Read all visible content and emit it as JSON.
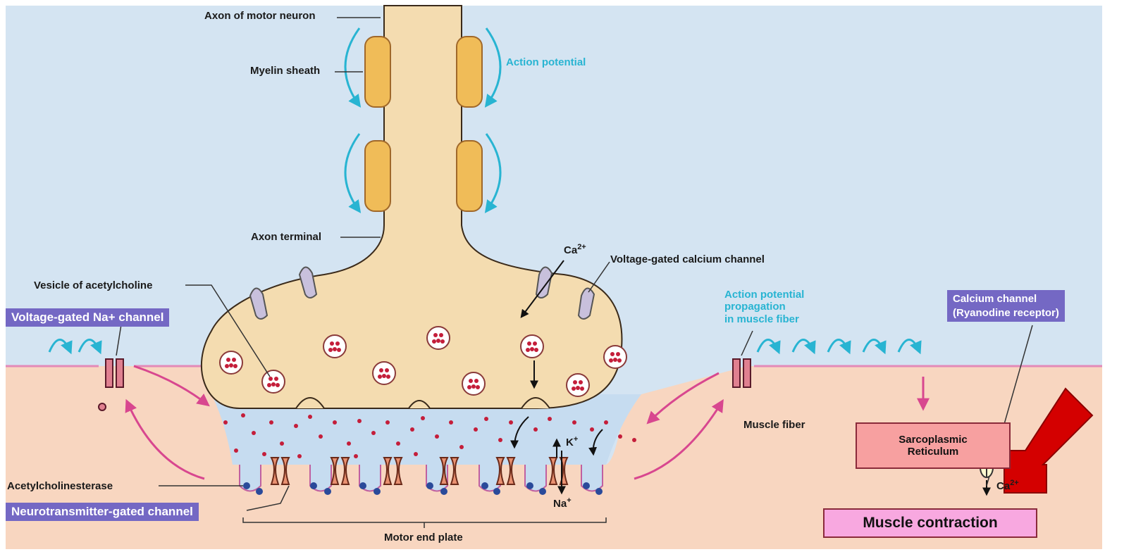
{
  "labels": {
    "axon_of_motor_neuron": "Axon of motor neuron",
    "myelin_sheath": "Myelin sheath",
    "action_potential": "Action potential",
    "axon_terminal": "Axon terminal",
    "ca_ion": "Ca",
    "ca_charge": "2+",
    "voltage_gated_calcium_channel": "Voltage-gated calcium channel",
    "vesicle_of_acetylcholine": "Vesicle of acetylcholine",
    "voltage_gated_na_channel": "Voltage-gated Na+ channel",
    "ap_propagation_line1": "Action potential",
    "ap_propagation_line2": "propagation",
    "ap_propagation_line3": "in muscle fiber",
    "calcium_channel_line1": "Calcium channel",
    "calcium_channel_line2": "(Ryanodine receptor)",
    "muscle_fiber": "Muscle fiber",
    "k_ion": "K",
    "k_charge": "+",
    "na_ion": "Na",
    "na_charge": "+",
    "acetylcholinesterase": "Acetylcholinesterase",
    "neurotransmitter_gated_channel": "Neurotransmitter-gated channel",
    "motor_end_plate": "Motor end plate",
    "sarcoplasmic_line1": "Sarcoplasmic",
    "sarcoplasmic_line2": "Reticulum",
    "ca_release_ion": "Ca",
    "ca_release_charge": "2+",
    "muscle_contraction": "Muscle contraction"
  },
  "colors": {
    "sky": "#d4e4f2",
    "muscle": "#f8d6c0",
    "neuron": "#f4dcb0",
    "myelin": "#f0bc58",
    "cleft": "#c6dcf0",
    "ach_dot": "#c41e3a",
    "esterase_dot": "#2a4a9a",
    "label_box": "#7468c4",
    "accent_cyan": "#28b4d2",
    "magenta": "#d8478f",
    "sr_box": "#f7a0a0",
    "contraction_box": "#f8a8e0",
    "big_arrow": "#d40000"
  }
}
